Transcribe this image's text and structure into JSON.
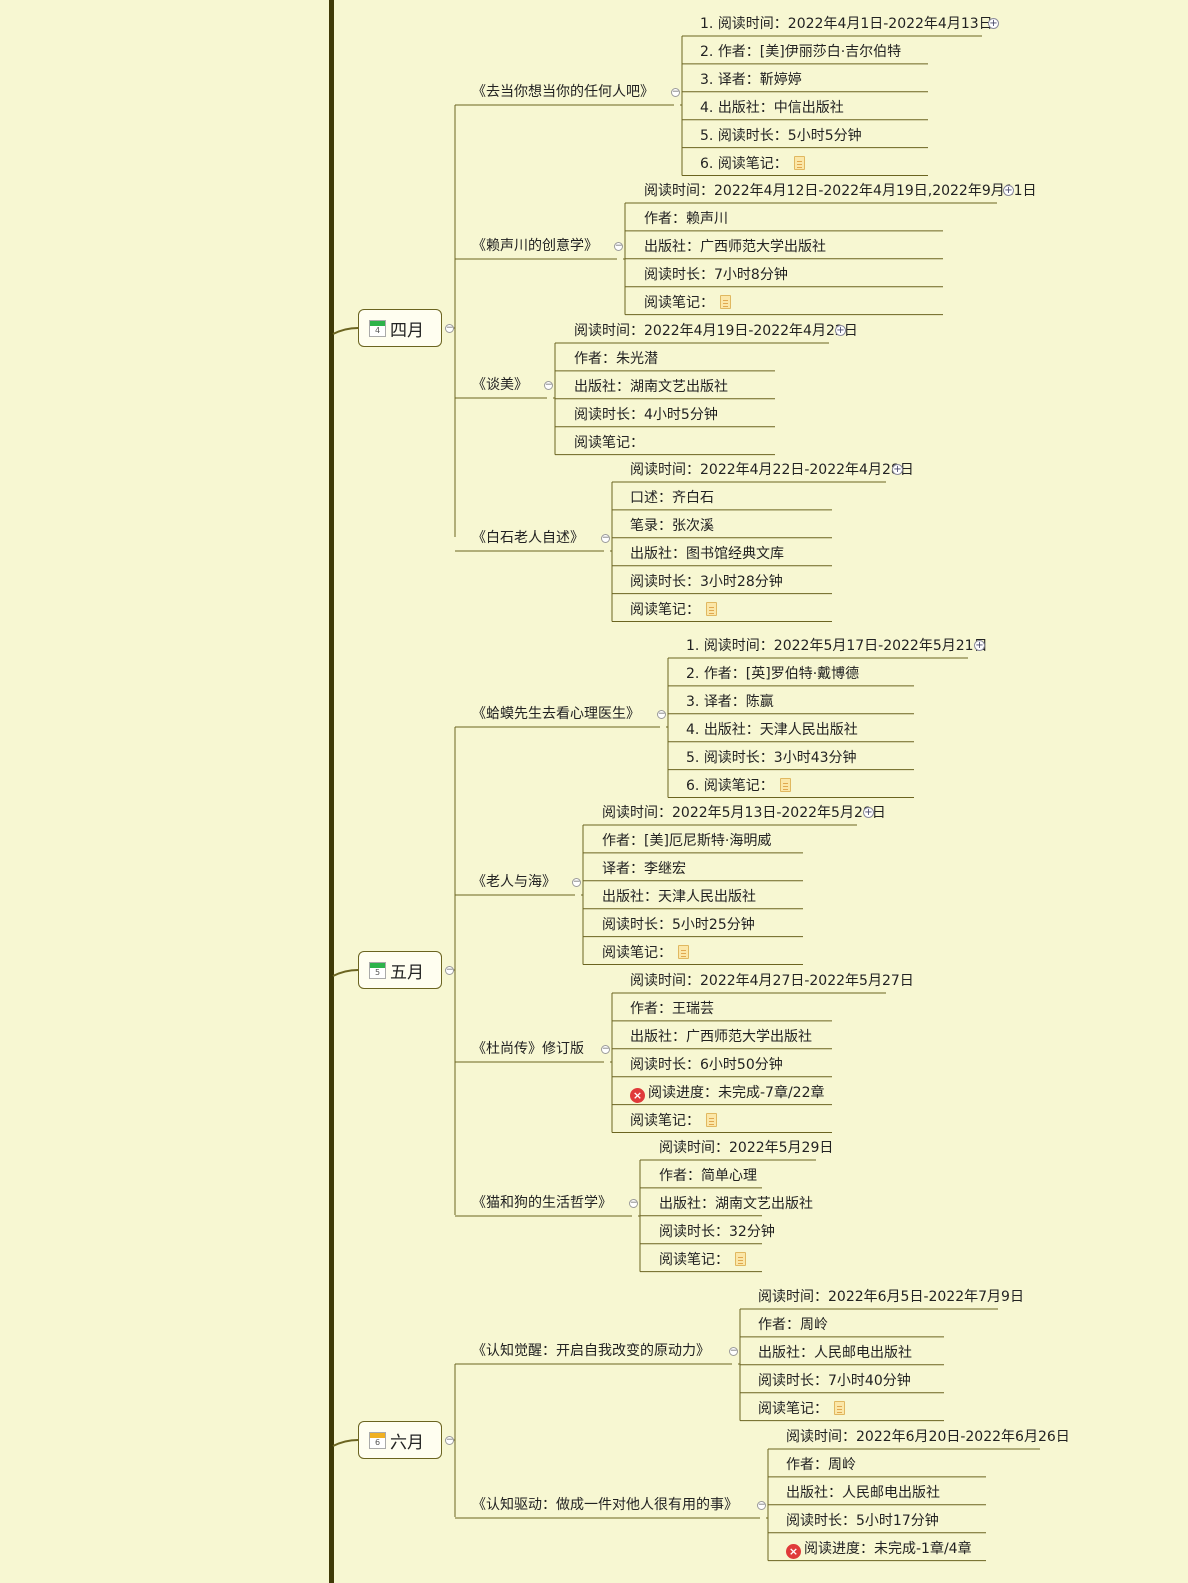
{
  "months": [
    {
      "label": "四月",
      "icon": "calendar-icon",
      "icon_number": "4",
      "icon_color": "#2db34a",
      "books": [
        {
          "title": "《去当你想当你的任何人吧》",
          "numbered": true,
          "attrs": [
            {
              "text": "阅读时间：2022年4月1日-2022年4月13日",
              "expand": true
            },
            {
              "text": "作者：[美]伊丽莎白·吉尔伯特"
            },
            {
              "text": "译者：靳婷婷"
            },
            {
              "text": "出版社：中信出版社"
            },
            {
              "text": "阅读时长：5小时5分钟"
            },
            {
              "text": "阅读笔记：",
              "note": true
            }
          ]
        },
        {
          "title": "《赖声川的创意学》",
          "attrs": [
            {
              "text": "阅读时间：2022年4月12日-2022年4月19日,2022年9月11日",
              "expand": true
            },
            {
              "text": "作者：赖声川"
            },
            {
              "text": "出版社：广西师范大学出版社"
            },
            {
              "text": "阅读时长：7小时8分钟"
            },
            {
              "text": "阅读笔记：",
              "note": true
            }
          ]
        },
        {
          "title": "《谈美》",
          "attrs": [
            {
              "text": "阅读时间：2022年4月19日-2022年4月22日",
              "expand": true
            },
            {
              "text": "作者：朱光潜"
            },
            {
              "text": "出版社：湖南文艺出版社"
            },
            {
              "text": "阅读时长：4小时5分钟"
            },
            {
              "text": "阅读笔记："
            }
          ]
        },
        {
          "title": "《白石老人自述》",
          "attrs": [
            {
              "text": "阅读时间：2022年4月22日-2022年4月28日",
              "expand": true
            },
            {
              "text": "口述：齐白石"
            },
            {
              "text": "笔录：张次溪"
            },
            {
              "text": "出版社：图书馆经典文库"
            },
            {
              "text": "阅读时长：3小时28分钟"
            },
            {
              "text": "阅读笔记：",
              "note": true
            }
          ]
        }
      ]
    },
    {
      "label": "五月",
      "icon": "calendar-icon",
      "icon_number": "5",
      "icon_color": "#2db34a",
      "books": [
        {
          "title": "《蛤蟆先生去看心理医生》",
          "numbered": true,
          "attrs": [
            {
              "text": "阅读时间：2022年5月17日-2022年5月21日",
              "expand": true
            },
            {
              "text": "作者：[英]罗伯特·戴博德"
            },
            {
              "text": "译者：陈赢"
            },
            {
              "text": "出版社：天津人民出版社"
            },
            {
              "text": "阅读时长：3小时43分钟"
            },
            {
              "text": "阅读笔记：",
              "note": true
            }
          ]
        },
        {
          "title": "《老人与海》",
          "attrs": [
            {
              "text": "阅读时间：2022年5月13日-2022年5月28日",
              "expand": true
            },
            {
              "text": "作者：[美]厄尼斯特·海明威"
            },
            {
              "text": "译者：李继宏"
            },
            {
              "text": "出版社：天津人民出版社"
            },
            {
              "text": "阅读时长：5小时25分钟"
            },
            {
              "text": "阅读笔记：",
              "note": true
            }
          ]
        },
        {
          "title": "《杜尚传》修订版",
          "attrs": [
            {
              "text": "阅读时间：2022年4月27日-2022年5月27日"
            },
            {
              "text": "作者：王瑞芸"
            },
            {
              "text": "出版社：广西师范大学出版社"
            },
            {
              "text": "阅读时长：6小时50分钟"
            },
            {
              "text": "阅读进度：未完成-7章/22章",
              "fail": true
            },
            {
              "text": "阅读笔记：",
              "note": true
            }
          ]
        },
        {
          "title": "《猫和狗的生活哲学》",
          "attrs": [
            {
              "text": "阅读时间：2022年5月29日"
            },
            {
              "text": "作者：简单心理"
            },
            {
              "text": "出版社：湖南文艺出版社"
            },
            {
              "text": "阅读时长：32分钟"
            },
            {
              "text": "阅读笔记：",
              "note": true
            }
          ]
        }
      ]
    },
    {
      "label": "六月",
      "icon": "calendar-icon",
      "icon_number": "6",
      "icon_color": "#f0b020",
      "books": [
        {
          "title": "《认知觉醒：开启自我改变的原动力》",
          "attrs": [
            {
              "text": "阅读时间：2022年6月5日-2022年7月9日"
            },
            {
              "text": "作者：周岭"
            },
            {
              "text": "出版社：人民邮电出版社"
            },
            {
              "text": "阅读时长：7小时40分钟"
            },
            {
              "text": "阅读笔记：",
              "note": true
            }
          ]
        },
        {
          "title": "《认知驱动：做成一件对他人很有用的事》",
          "attrs": [
            {
              "text": "阅读时间：2022年6月20日-2022年6月26日"
            },
            {
              "text": "作者：周岭"
            },
            {
              "text": "出版社：人民邮电出版社"
            },
            {
              "text": "阅读时长：5小时17分钟"
            },
            {
              "text": "阅读进度：未完成-1章/4章",
              "fail": true
            }
          ]
        }
      ]
    }
  ]
}
